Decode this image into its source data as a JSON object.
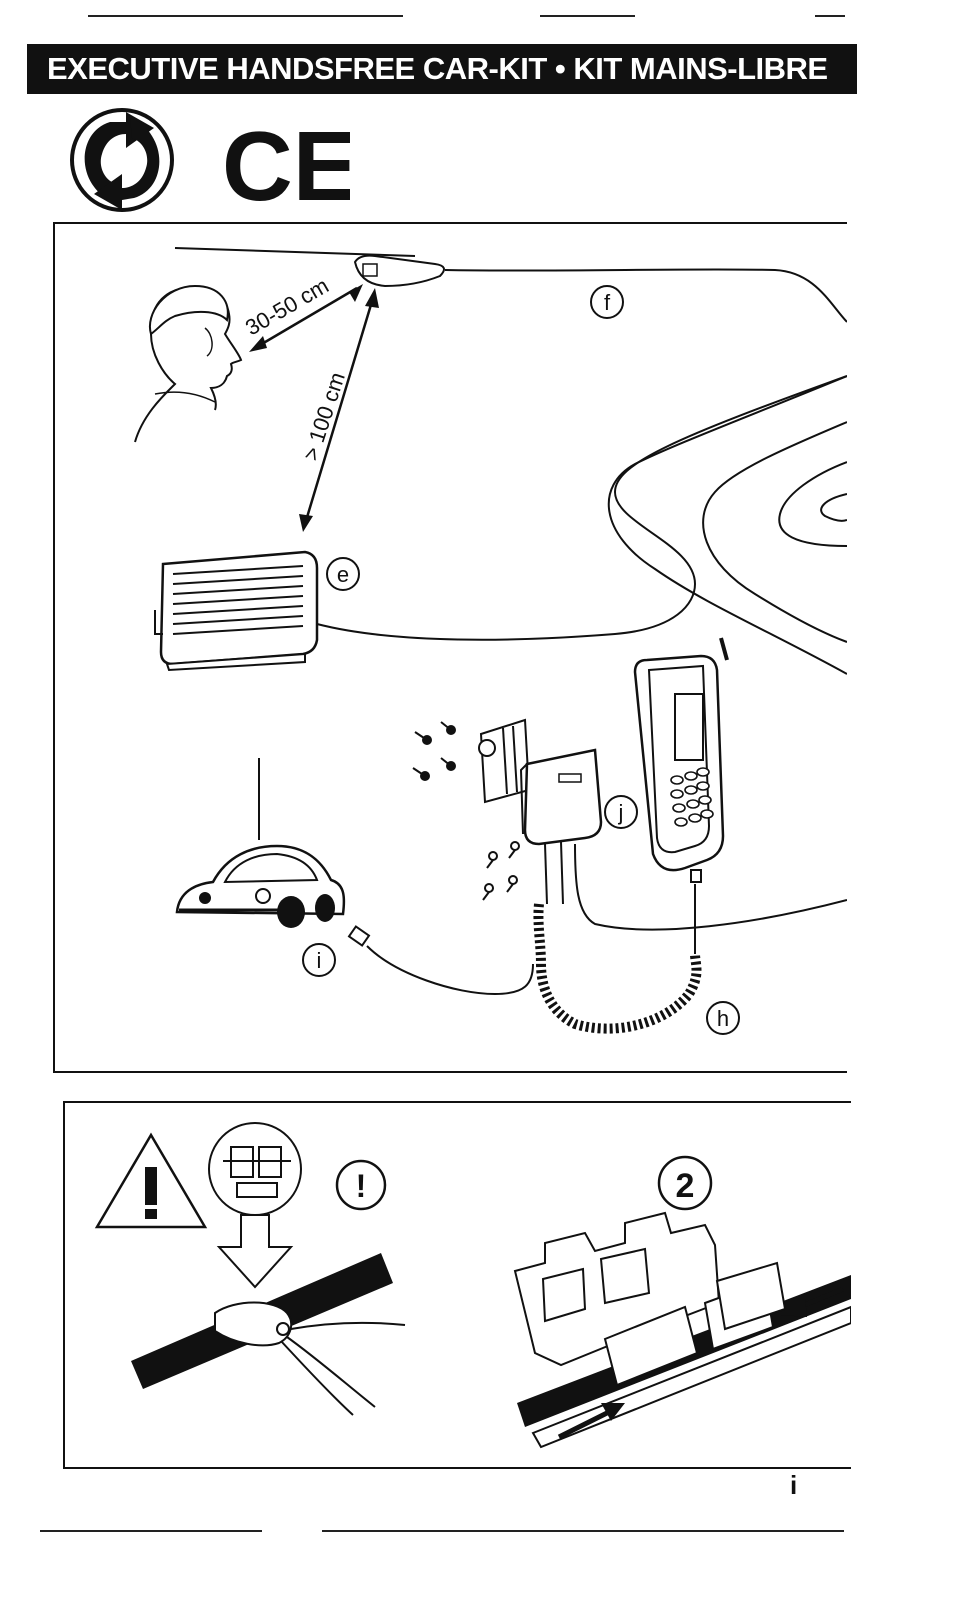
{
  "header": {
    "title": "EXECUTIVE HANDSFREE CAR-KIT • KIT MAINS-LIBRE"
  },
  "logos": {
    "recycling": "green-dot-icon",
    "ce_mark": "CE"
  },
  "figure_top": {
    "distance_mouth": "30-50 cm",
    "distance_speaker": "> 100 cm",
    "callouts": {
      "f": "f",
      "e": "e",
      "j": "j",
      "i": "i",
      "h": "h"
    }
  },
  "figure_bottom": {
    "warning_label": "!",
    "step_label": "2"
  },
  "footer": {
    "page_number": "i"
  }
}
